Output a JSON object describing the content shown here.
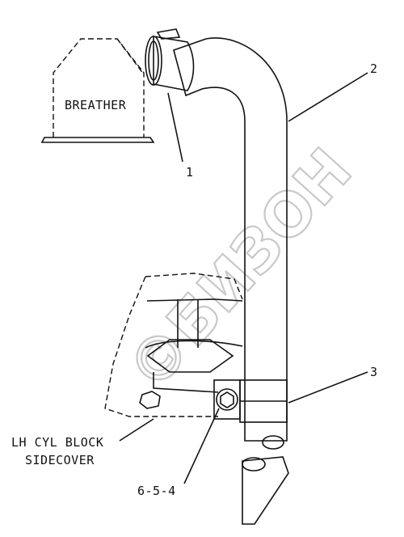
{
  "labels": {
    "breather": "BREATHER",
    "part1": "1",
    "part2": "2",
    "part3": "3",
    "part_bolt": "6-5-4",
    "block_line1": "LH CYL BLOCK",
    "block_line2": "SIDECOVER"
  },
  "watermark": {
    "text": "©БИЗОН",
    "color": "#c9c9c9"
  },
  "colors": {
    "line": "#111111",
    "hose_fill": "#bdbdbd"
  }
}
